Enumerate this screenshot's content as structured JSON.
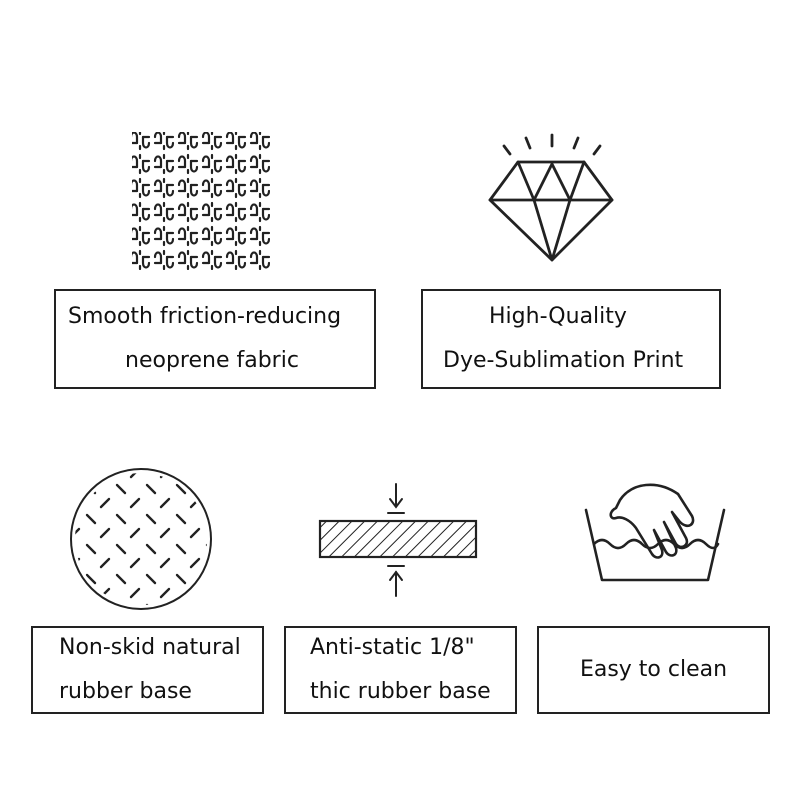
{
  "features": [
    {
      "icon": "woven-fabric-icon",
      "lines": [
        "Smooth friction-reducing",
        "neoprene fabric"
      ]
    },
    {
      "icon": "diamond-icon",
      "lines": [
        "High-Quality",
        "Dye-Sublimation Print"
      ]
    },
    {
      "icon": "non-skid-rubber-icon",
      "lines": [
        "Non-skid natural",
        "rubber base"
      ]
    },
    {
      "icon": "thickness-icon",
      "lines": [
        "Anti-static 1/8\"",
        "thic rubber base"
      ]
    },
    {
      "icon": "hand-wash-icon",
      "lines": [
        "Easy to clean"
      ]
    }
  ],
  "colors": {
    "stroke": "#222222",
    "background": "#ffffff"
  }
}
